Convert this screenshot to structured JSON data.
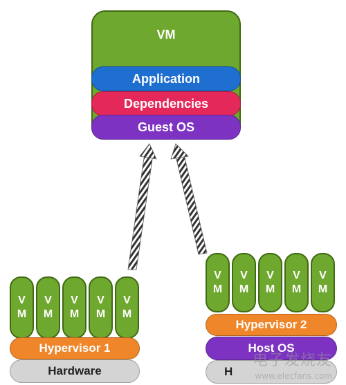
{
  "top_vm": {
    "title": "VM",
    "layers": {
      "application": "Application",
      "dependencies": "Dependencies",
      "guest_os": "Guest OS"
    }
  },
  "left_stack": {
    "vm_cells": [
      [
        "V",
        "M"
      ],
      [
        "V",
        "M"
      ],
      [
        "V",
        "M"
      ],
      [
        "V",
        "M"
      ],
      [
        "V",
        "M"
      ]
    ],
    "hypervisor": "Hypervisor 1",
    "hardware": "Hardware"
  },
  "right_stack": {
    "vm_cells": [
      [
        "V",
        "M"
      ],
      [
        "V",
        "M"
      ],
      [
        "V",
        "M"
      ],
      [
        "V",
        "M"
      ],
      [
        "V",
        "M"
      ]
    ],
    "hypervisor": "Hypervisor 2",
    "host_os": "Host OS",
    "hardware": "H"
  },
  "watermark": {
    "brand": "电子发烧友",
    "url": "www.elecfans.com"
  },
  "colors": {
    "vm_green": "#6fa82e",
    "application_blue": "#1f6fd0",
    "dependencies_red": "#e4285a",
    "guest_os_purple": "#7d32c2",
    "hypervisor_orange": "#f0862a",
    "host_os_purple": "#7d32c2",
    "hardware_gray": "#d4d4d4"
  }
}
